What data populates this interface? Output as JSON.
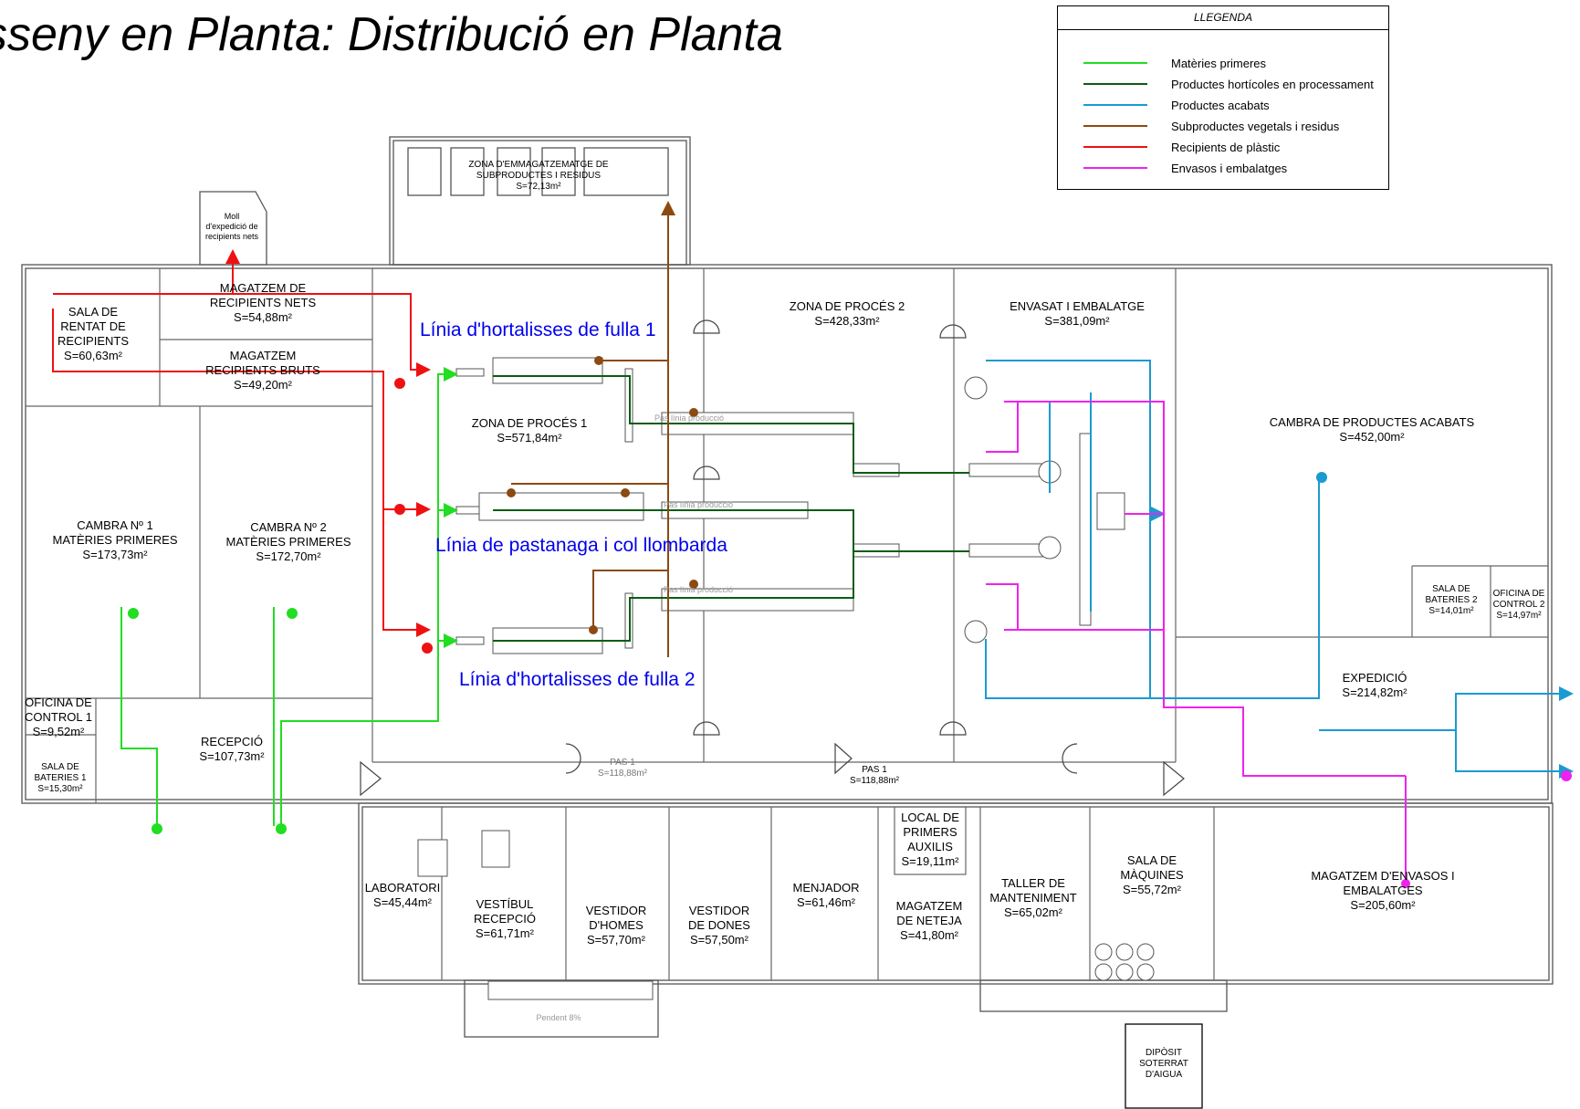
{
  "title": "sseny en Planta: Distribució en Planta",
  "legend": {
    "title": "LLEGENDA",
    "items": [
      {
        "label": "Matèries primeres",
        "color": "#22dd22"
      },
      {
        "label": "Productes hortícoles en processament",
        "color": "#0a5c14"
      },
      {
        "label": "Productes acabats",
        "color": "#1a9ad0"
      },
      {
        "label": "Subproductes vegetals i residus",
        "color": "#8b4a12"
      },
      {
        "label": "Recipients de plàstic",
        "color": "#ee1111"
      },
      {
        "label": "Envasos i embalatges",
        "color": "#ee22ee"
      }
    ]
  },
  "rooms": [
    {
      "name": "ZONA D'EMMAGATZEMATGE DE\nSUBPRODUCTES I RESIDUS",
      "area": "S=72,13m²"
    },
    {
      "name": "Moll\nd'expedició de\nrecipients nets",
      "area": ""
    },
    {
      "name": "SALA  DE\nRENTAT DE\nRECIPIENTS",
      "area": "S=60,63m²"
    },
    {
      "name": "MAGATZEM DE\nRECIPIENTS NETS",
      "area": "S=54,88m²"
    },
    {
      "name": "MAGATZEM\nRECIPIENTS BRUTS",
      "area": "S=49,20m²"
    },
    {
      "name": "ZONA DE PROCÉS 1",
      "area": "S=571,84m²"
    },
    {
      "name": "ZONA DE PROCÉS 2",
      "area": "S=428,33m²"
    },
    {
      "name": "ENVASAT I EMBALATGE",
      "area": "S=381,09m²"
    },
    {
      "name": "CAMBRA DE PRODUCTES ACABATS",
      "area": "S=452,00m²"
    },
    {
      "name": "CAMBRA Nº 1\nMATÈRIES PRIMERES",
      "area": "S=173,73m²"
    },
    {
      "name": "CAMBRA Nº 2\nMATÈRIES PRIMERES",
      "area": "S=172,70m²"
    },
    {
      "name": "SALA DE\nBATERIES 2",
      "area": "S=14,01m²"
    },
    {
      "name": "OFICINA DE\nCONTROL 2",
      "area": "S=14,97m²"
    },
    {
      "name": "OFICINA DE\nCONTROL 1",
      "area": "S=9,52m²"
    },
    {
      "name": "RECEPCIÓ",
      "area": "S=107,73m²"
    },
    {
      "name": "SALA DE\nBATERIES 1",
      "area": "S=15,30m²"
    },
    {
      "name": "EXPEDICIÓ",
      "area": "S=214,82m²"
    },
    {
      "name": "PAS 1",
      "area": "S=118,88m²"
    },
    {
      "name": "PAS 1",
      "area": "S=118,88m²"
    },
    {
      "name": "LABORATORI",
      "area": "S=45,44m²"
    },
    {
      "name": "VESTÍBUL\nRECEPCIÓ",
      "area": "S=61,71m²"
    },
    {
      "name": "VESTIDOR\nD'HOMES",
      "area": "S=57,70m²"
    },
    {
      "name": "VESTIDOR\nDE DONES",
      "area": "S=57,50m²"
    },
    {
      "name": "MENJADOR",
      "area": "S=61,46m²"
    },
    {
      "name": "LOCAL DE\nPRIMERS\nAUXILIS",
      "area": "S=19,11m²"
    },
    {
      "name": "MAGATZEM\nDE NETEJA",
      "area": "S=41,80m²"
    },
    {
      "name": "TALLER DE\nMANTENIMENT",
      "area": "S=65,02m²"
    },
    {
      "name": "SALA DE\nMÀQUINES",
      "area": "S=55,72m²"
    },
    {
      "name": "MAGATZEM D'ENVASOS I\nEMBALATGES",
      "area": "S=205,60m²"
    },
    {
      "name": "DIPÒSIT\nSOTERRAT\nD'AIGUA",
      "area": ""
    }
  ],
  "lines": [
    "Línia d'hortalisses de fulla 1",
    "Línia de pastanaga i col llombarda",
    "Línia d'hortalisses de fulla 2"
  ],
  "notes": [
    "Pas línia producció",
    "Pas línia producció",
    "Pas línia producció",
    "Pendent 8%"
  ]
}
